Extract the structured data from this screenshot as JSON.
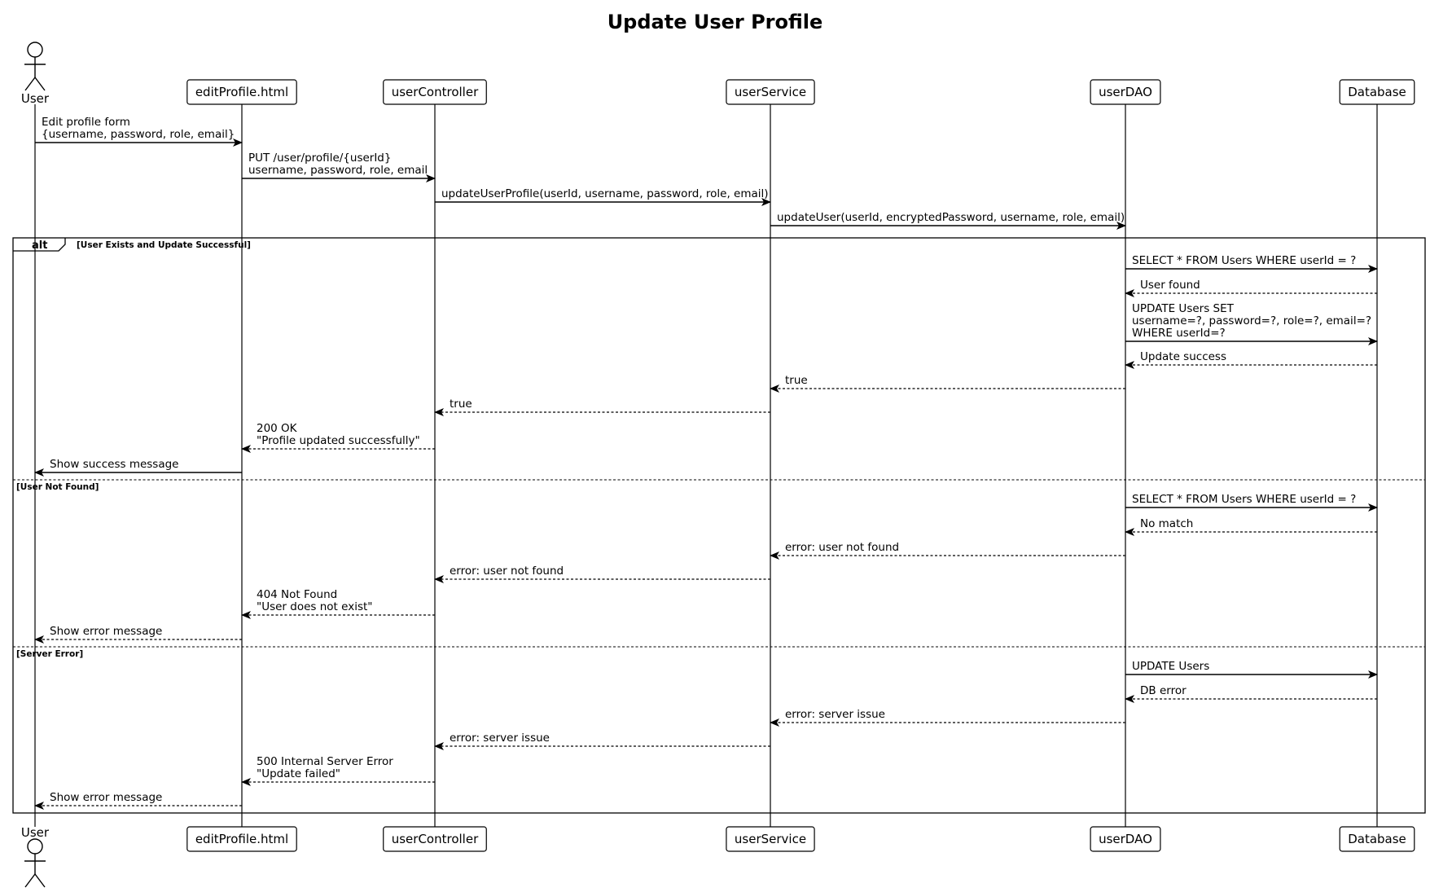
{
  "title": "Update User Profile",
  "participants": [
    {
      "id": "user",
      "label": "User",
      "kind": "actor"
    },
    {
      "id": "editProfile",
      "label": "editProfile.html",
      "kind": "box"
    },
    {
      "id": "userController",
      "label": "userController",
      "kind": "box"
    },
    {
      "id": "userService",
      "label": "userService",
      "kind": "box"
    },
    {
      "id": "userDAO",
      "label": "userDAO",
      "kind": "box"
    },
    {
      "id": "database",
      "label": "Database",
      "kind": "box"
    }
  ],
  "messages": [
    {
      "from": "user",
      "to": "editProfile",
      "style": "solid",
      "lines": [
        "Edit profile form",
        "{username, password, role, email}"
      ]
    },
    {
      "from": "editProfile",
      "to": "userController",
      "style": "solid",
      "lines": [
        "PUT /user/profile/{userId}",
        "username, password, role, email"
      ]
    },
    {
      "from": "userController",
      "to": "userService",
      "style": "solid",
      "lines": [
        "updateUserProfile(userId, username, password, role, email)"
      ]
    },
    {
      "from": "userService",
      "to": "userDAO",
      "style": "solid",
      "lines": [
        "updateUser(userId, encryptedPassword, username, role, email)"
      ]
    },
    {
      "from": "userDAO",
      "to": "database",
      "style": "solid",
      "lines": [
        "SELECT * FROM Users WHERE userId = ?"
      ]
    },
    {
      "from": "database",
      "to": "userDAO",
      "style": "dashed",
      "lines": [
        "User found"
      ]
    },
    {
      "from": "userDAO",
      "to": "database",
      "style": "solid",
      "lines": [
        "UPDATE Users SET",
        "username=?, password=?, role=?, email=?",
        "WHERE userId=?"
      ]
    },
    {
      "from": "database",
      "to": "userDAO",
      "style": "dashed",
      "lines": [
        "Update success"
      ]
    },
    {
      "from": "userDAO",
      "to": "userService",
      "style": "dashed",
      "lines": [
        "true"
      ]
    },
    {
      "from": "userService",
      "to": "userController",
      "style": "dashed",
      "lines": [
        "true"
      ]
    },
    {
      "from": "userController",
      "to": "editProfile",
      "style": "dashed",
      "lines": [
        "200 OK",
        "\"Profile updated successfully\""
      ]
    },
    {
      "from": "editProfile",
      "to": "user",
      "style": "solid",
      "lines": [
        "Show success message"
      ]
    },
    {
      "from": "userDAO",
      "to": "database",
      "style": "solid",
      "lines": [
        "SELECT * FROM Users WHERE userId = ?"
      ]
    },
    {
      "from": "database",
      "to": "userDAO",
      "style": "dashed",
      "lines": [
        "No match"
      ]
    },
    {
      "from": "userDAO",
      "to": "userService",
      "style": "dashed",
      "lines": [
        "error: user not found"
      ]
    },
    {
      "from": "userService",
      "to": "userController",
      "style": "dashed",
      "lines": [
        "error: user not found"
      ]
    },
    {
      "from": "userController",
      "to": "editProfile",
      "style": "dashed",
      "lines": [
        "404 Not Found",
        "\"User does not exist\""
      ]
    },
    {
      "from": "editProfile",
      "to": "user",
      "style": "dashed",
      "lines": [
        "Show error message"
      ]
    },
    {
      "from": "userDAO",
      "to": "database",
      "style": "solid",
      "lines": [
        "UPDATE Users"
      ]
    },
    {
      "from": "database",
      "to": "userDAO",
      "style": "dashed",
      "lines": [
        "DB error"
      ]
    },
    {
      "from": "userDAO",
      "to": "userService",
      "style": "dashed",
      "lines": [
        "error: server issue"
      ]
    },
    {
      "from": "userService",
      "to": "userController",
      "style": "dashed",
      "lines": [
        "error: server issue"
      ]
    },
    {
      "from": "userController",
      "to": "editProfile",
      "style": "dashed",
      "lines": [
        "500 Internal Server Error",
        "\"Update failed\""
      ]
    },
    {
      "from": "editProfile",
      "to": "user",
      "style": "dashed",
      "lines": [
        "Show error message"
      ]
    }
  ],
  "alt_frame": {
    "tag": "alt",
    "sections": [
      {
        "condition": "[User Exists and Update Successful]"
      },
      {
        "condition": "[User Not Found]"
      },
      {
        "condition": "[Server Error]"
      }
    ]
  }
}
